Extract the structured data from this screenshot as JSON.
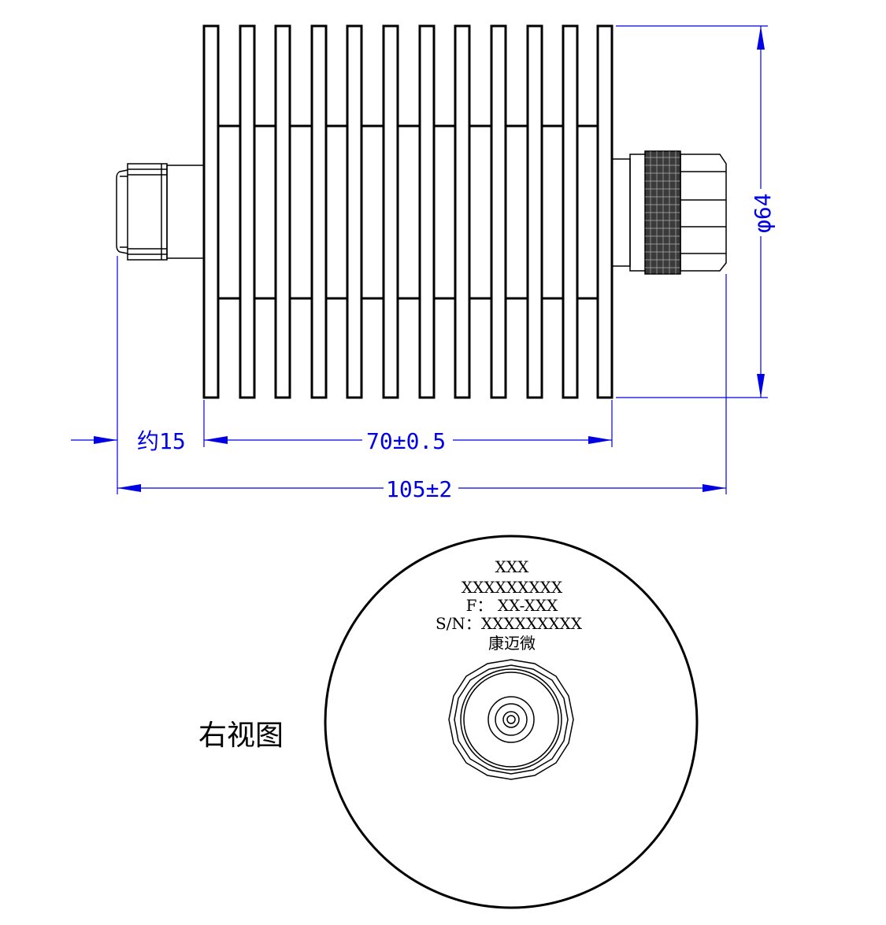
{
  "dimensions": {
    "about_15": "约15",
    "length_body": "70±0.5",
    "length_total": "105±2",
    "diameter": "φ64"
  },
  "view_label": "右视图",
  "marking": {
    "line1": "XXX",
    "line2": "XXXXXXXXX",
    "line3": "F： XX-XXX",
    "line4": "S/N：XXXXXXXXX",
    "line5": "康迈微"
  },
  "colors": {
    "dimension": "#0000e6",
    "outline": "#000000"
  }
}
